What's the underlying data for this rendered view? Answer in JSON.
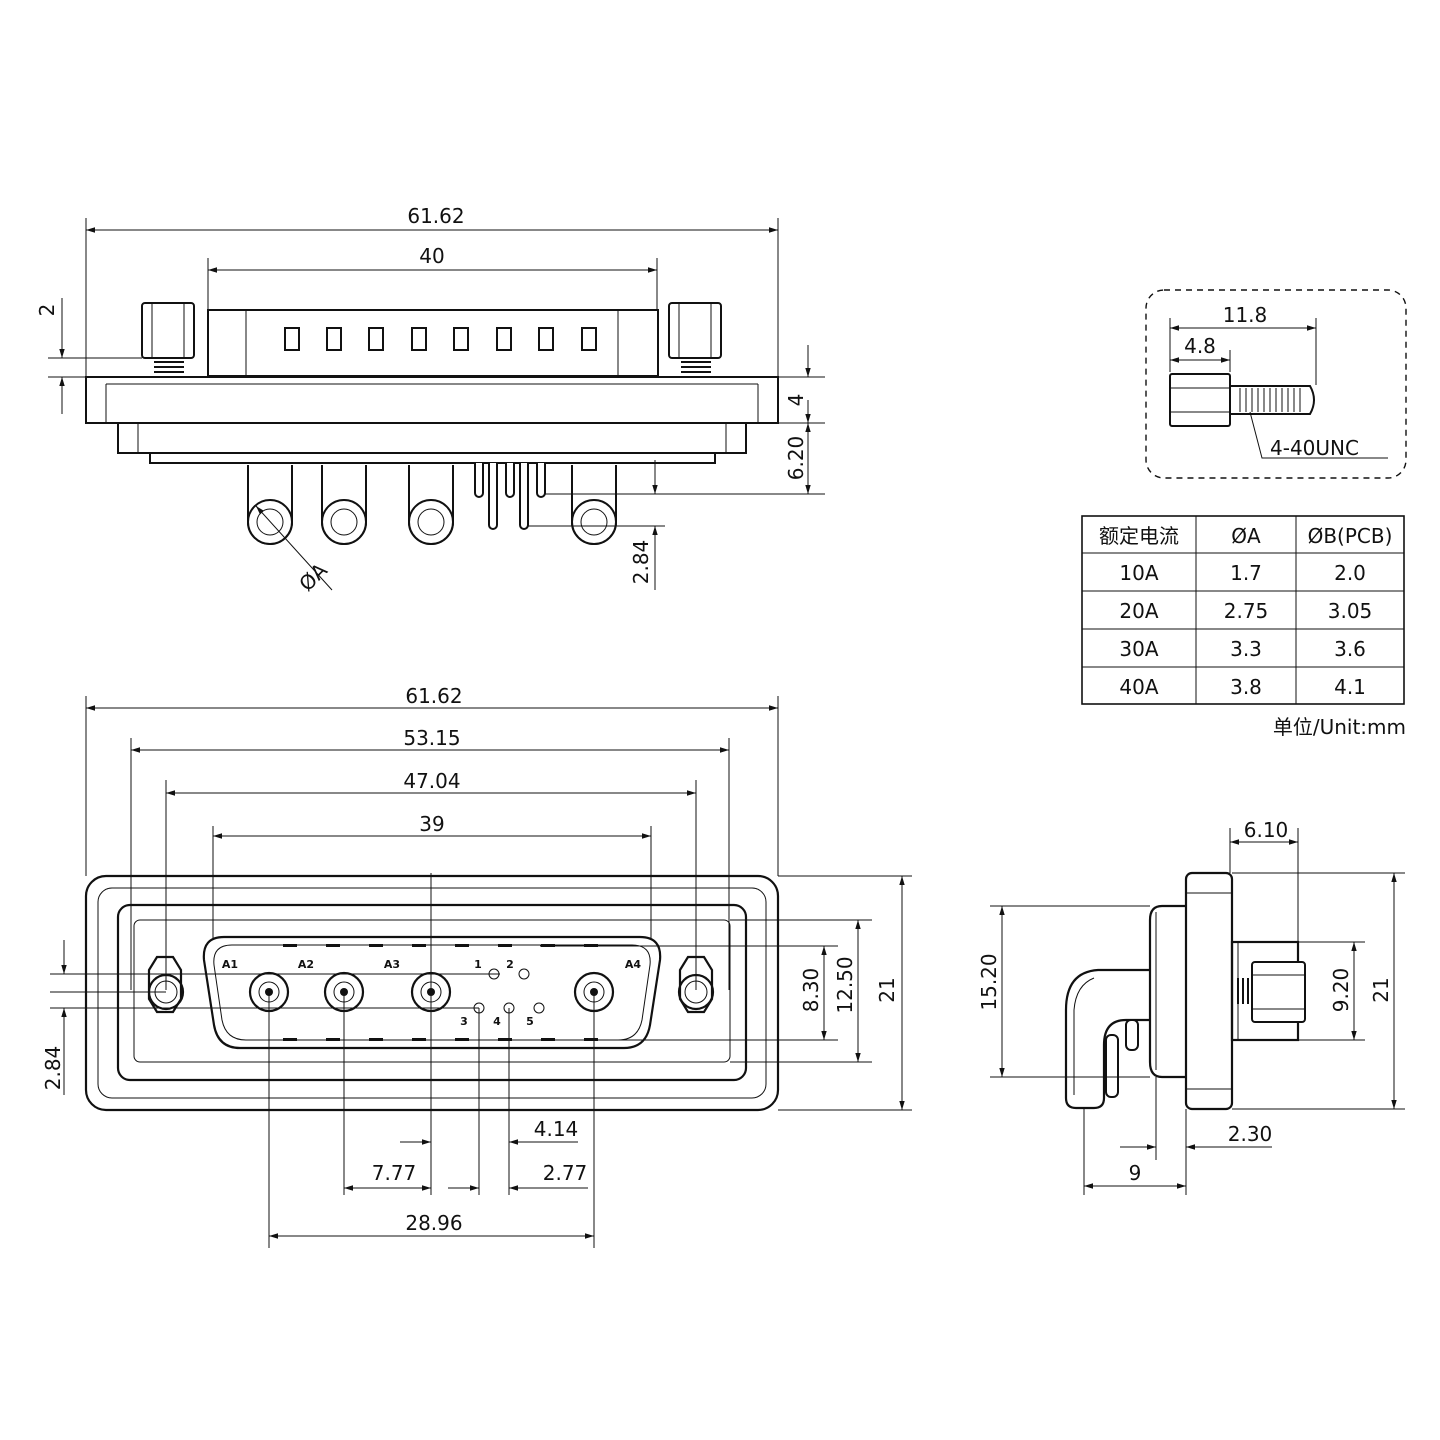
{
  "top_view": {
    "overall_width": "61.62",
    "shell_width": "40",
    "screw_height": "2",
    "flange_thickness": "4",
    "body_depth": "6.20",
    "pin_offset": "2.84",
    "phi_label": "ØA"
  },
  "front_view": {
    "overall_width": "61.62",
    "hole_spacing": "53.15",
    "dim_47": "47.04",
    "dim_39": "39",
    "height_8": "8.30",
    "height_12": "12.50",
    "height_21": "21",
    "left_offset": "2.84",
    "dim_4_14": "4.14",
    "dim_7_77": "7.77",
    "dim_2_77": "2.77",
    "dim_28_96": "28.96",
    "pin_labels": [
      "A1",
      "A2",
      "A3",
      "A4",
      "1",
      "2",
      "3",
      "4",
      "5"
    ]
  },
  "side_view": {
    "dim_6_10": "6.10",
    "dim_15_20": "15.20",
    "dim_9_20": "9.20",
    "dim_21": "21",
    "dim_2_30": "2.30",
    "dim_9": "9"
  },
  "screw_detail": {
    "length": "11.8",
    "head": "4.8",
    "thread": "4-40UNC"
  },
  "table": {
    "headers": [
      "额定电流",
      "ØA",
      "ØB(PCB)"
    ],
    "rows": [
      [
        "10A",
        "1.7",
        "2.0"
      ],
      [
        "20A",
        "2.75",
        "3.05"
      ],
      [
        "30A",
        "3.3",
        "3.6"
      ],
      [
        "40A",
        "3.8",
        "4.1"
      ]
    ],
    "unit_note": "单位/Unit:mm"
  }
}
